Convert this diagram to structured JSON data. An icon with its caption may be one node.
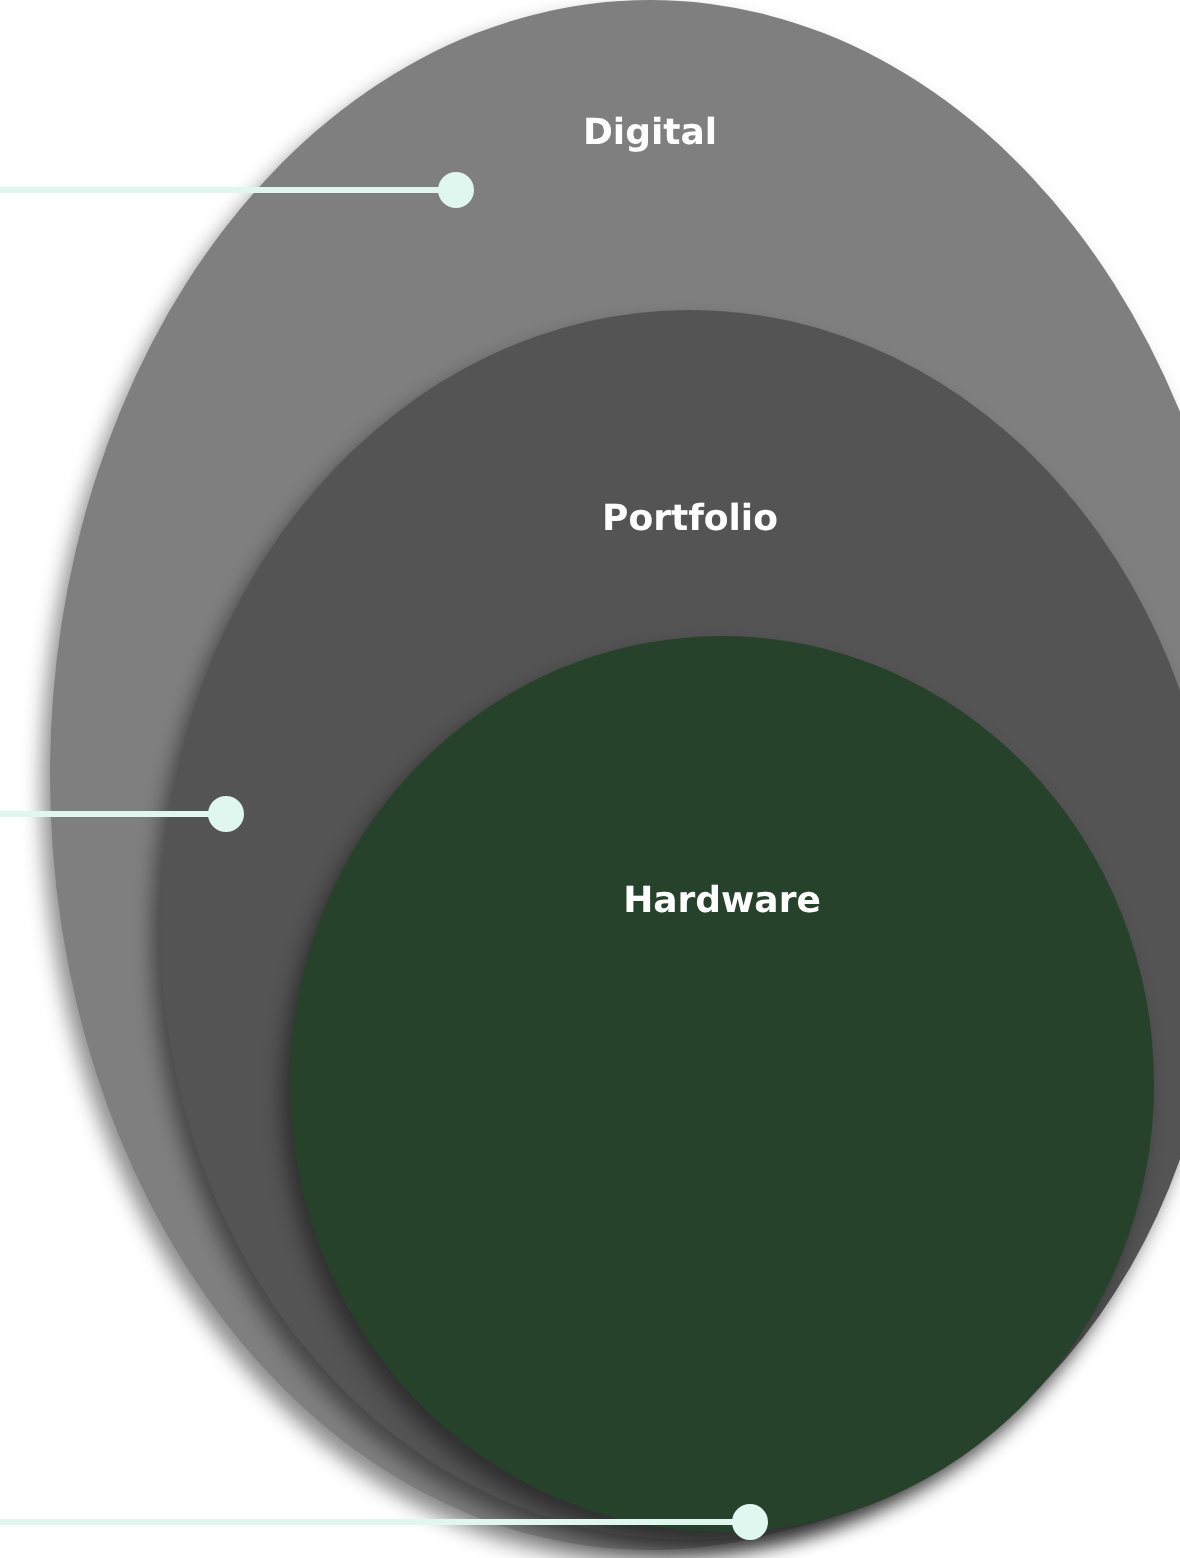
{
  "diagram": {
    "nodes": [
      {
        "text": [
          "Digital"
        ]
      },
      {
        "text": [
          "Portfolio"
        ],
        "in": 0
      },
      {
        "text": [
          "Hardware"
        ],
        "in": 1
      }
    ],
    "edges": [
      {
        "from": null,
        "to": 0,
        "arrow": "other"
      },
      {
        "from": null,
        "to": 1,
        "arrow": "other"
      },
      {
        "from": null,
        "to": 2,
        "arrow": "other"
      }
    ]
  }
}
